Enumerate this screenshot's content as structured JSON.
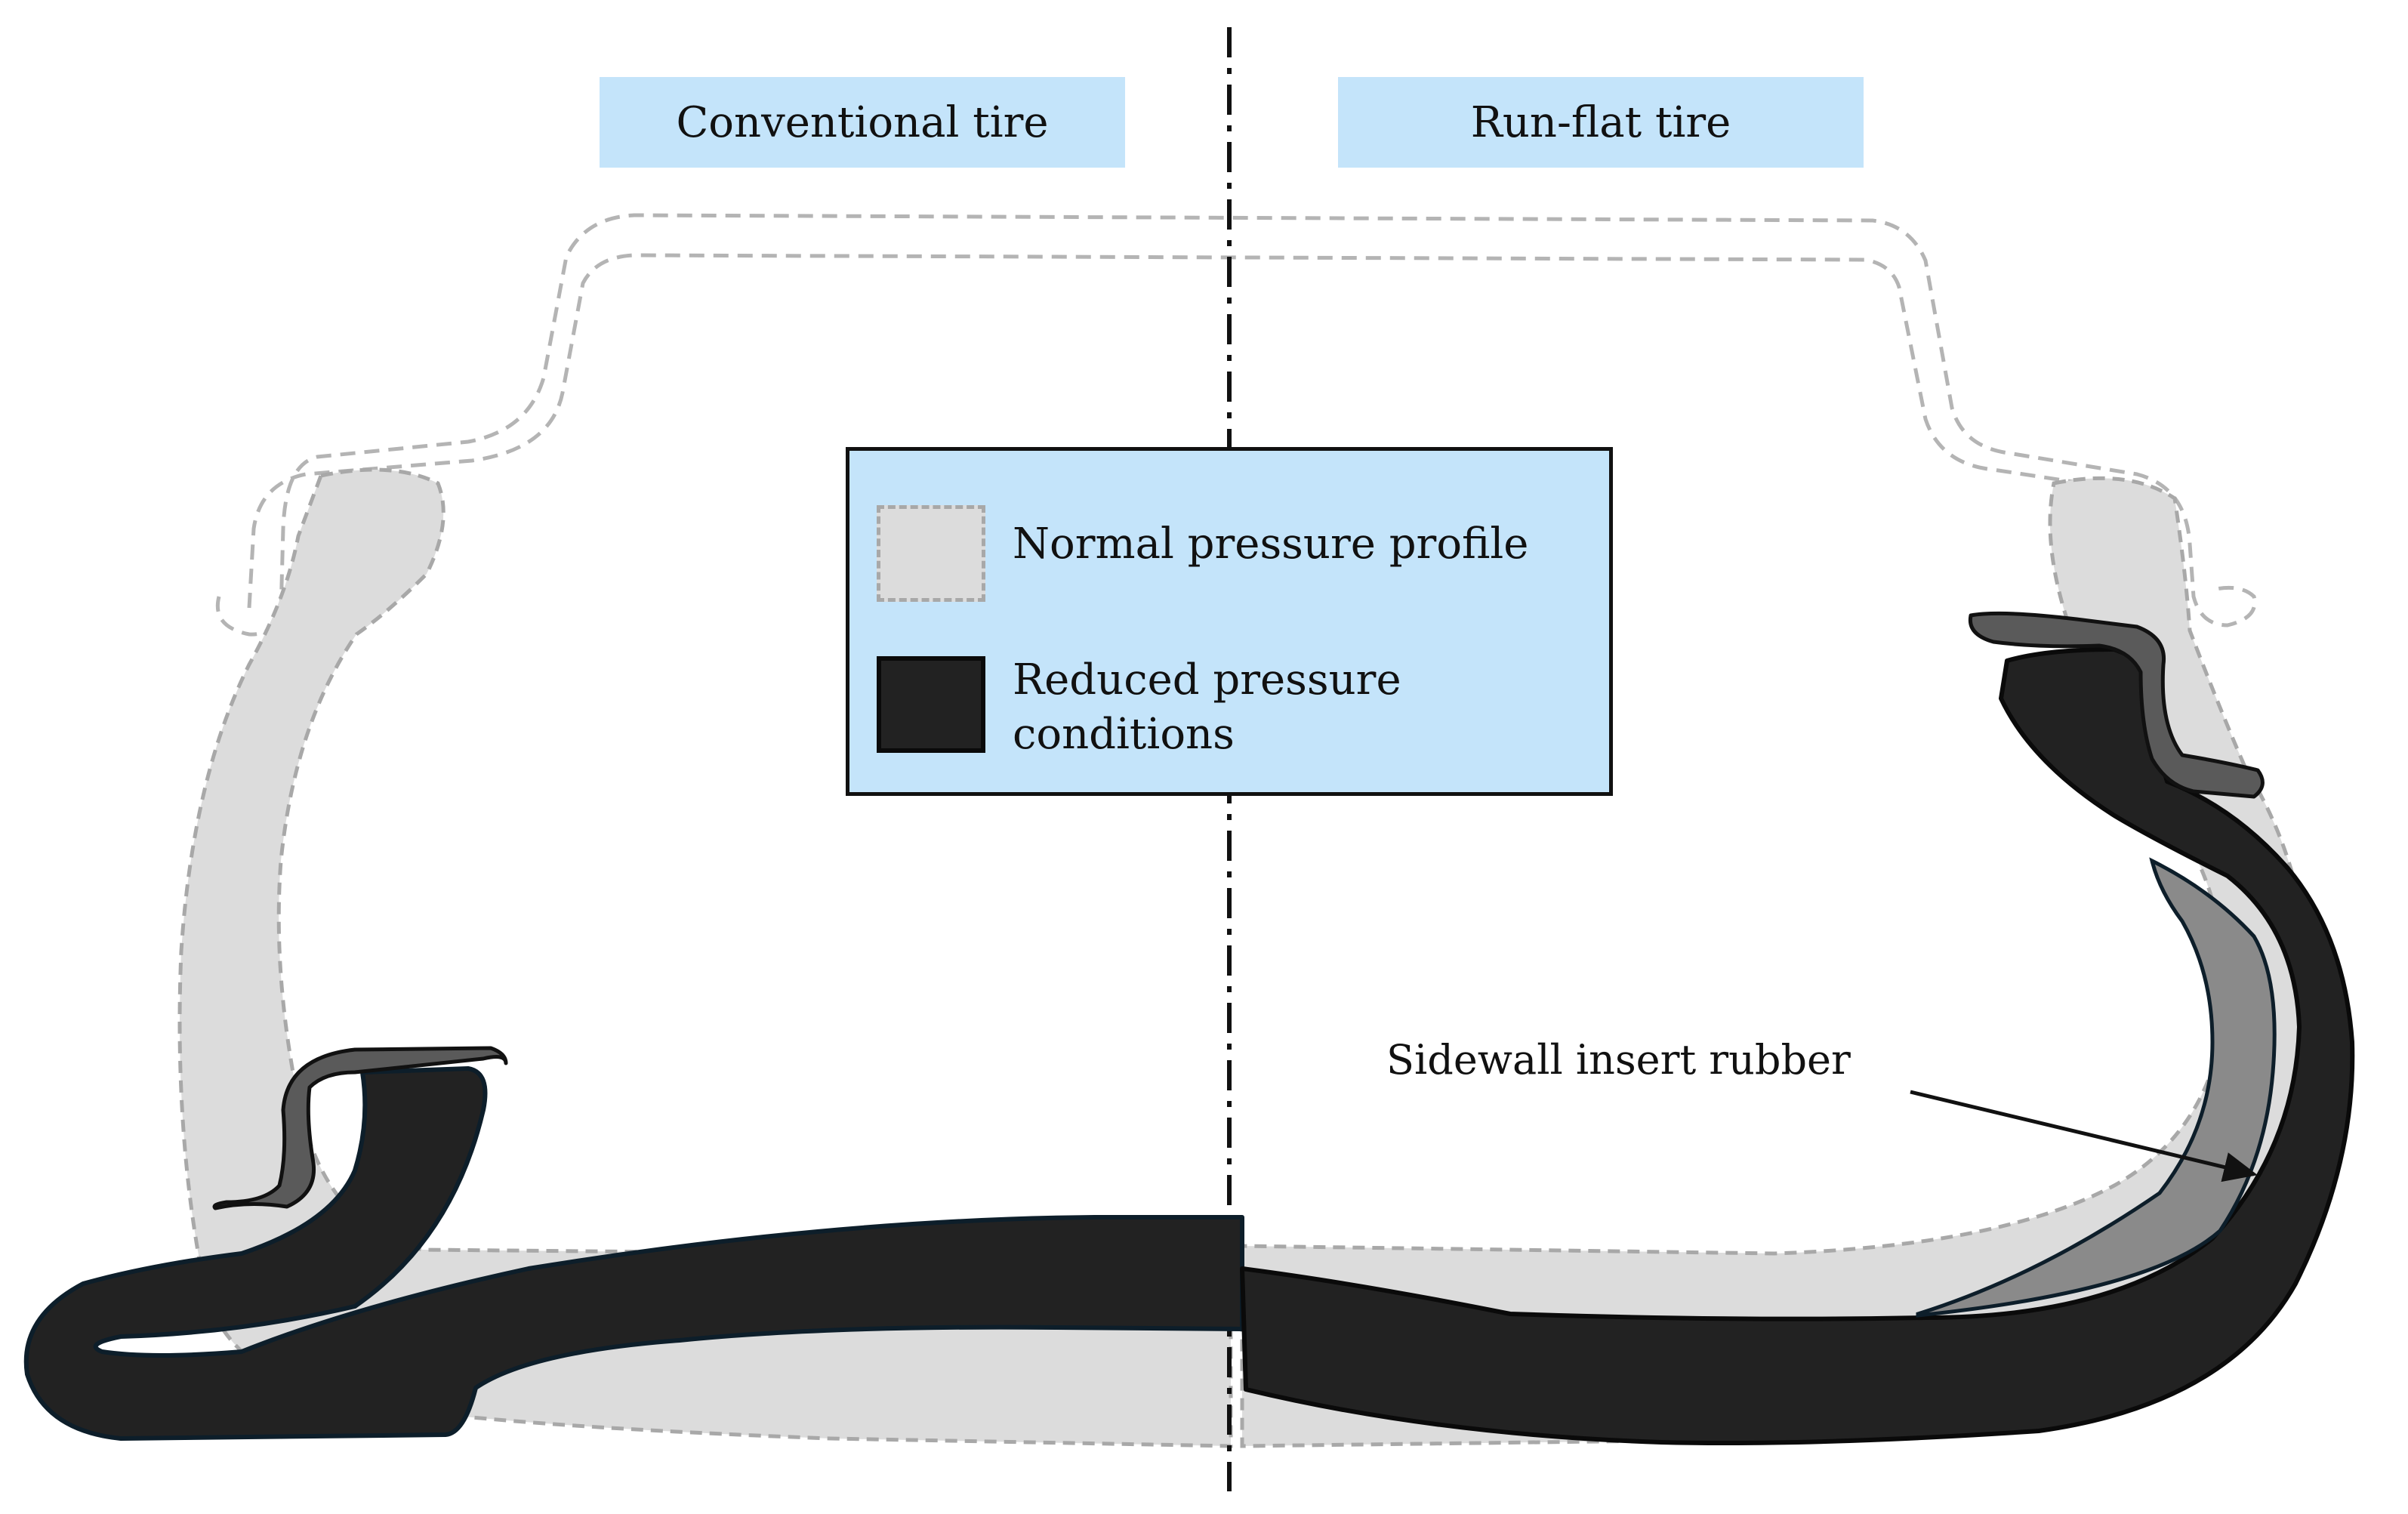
{
  "titles": {
    "left": "Conventional tire",
    "right": "Run-flat tire"
  },
  "legend": {
    "normal_label": "Normal pressure profile",
    "reduced_label": "Reduced pressure conditions"
  },
  "annotation": {
    "insert_label": "Sidewall insert rubber"
  },
  "colors": {
    "title_background": "#c4e4fa",
    "normal_profile_fill": "#dcdcdc",
    "normal_profile_outline": "#a8a8a8",
    "reduced_profile_fill": "#222222",
    "rim_flange": "#5a5a5a",
    "insert_rubber": "#8a8a8a"
  }
}
